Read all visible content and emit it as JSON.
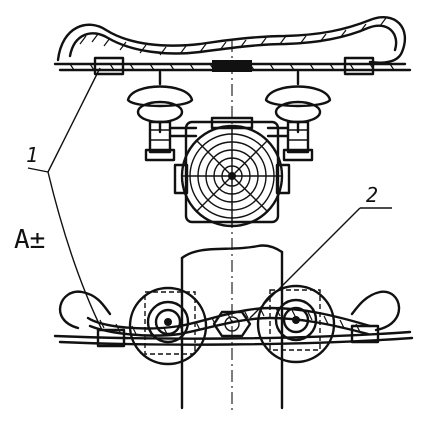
{
  "labels": {
    "callout_1": "1",
    "callout_2": "2",
    "polarity": "A±"
  },
  "icons": {
    "insulator": "bell-insulator-icon",
    "motor": "traction-motor-icon"
  }
}
